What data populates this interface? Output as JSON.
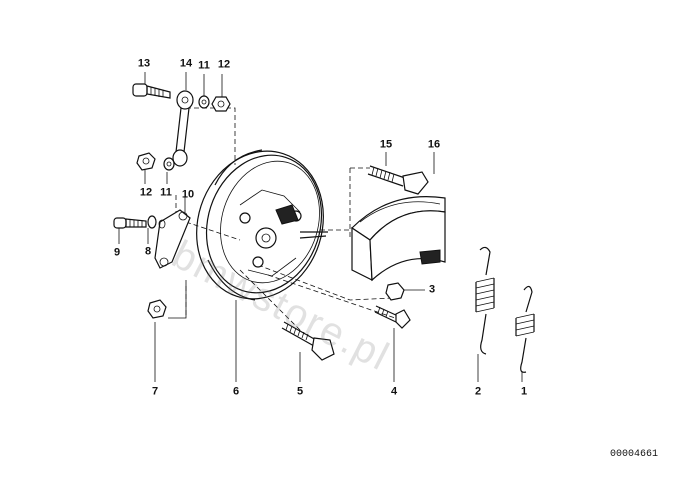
{
  "diagram": {
    "part_numbers": {
      "p1": "1",
      "p2": "2",
      "p3": "3",
      "p4": "4",
      "p5": "5",
      "p6": "6",
      "p7": "7",
      "p8": "8",
      "p9": "9",
      "p10": "10",
      "p11a": "11",
      "p11b": "11",
      "p12a": "12",
      "p12b": "12",
      "p13": "13",
      "p14": "14",
      "p15": "15",
      "p16": "16"
    },
    "reference_number": "00004661",
    "watermark": "bmwstore.pl"
  },
  "colors": {
    "line": "#111111",
    "background": "#ffffff",
    "watermark": "#b5b5b5"
  }
}
